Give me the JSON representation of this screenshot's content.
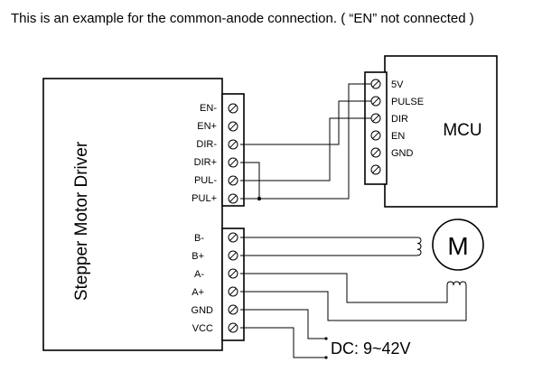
{
  "caption": "This is an example for the common-anode connection. ( “EN”  not connected )",
  "driver": {
    "label": "Stepper Motor Driver",
    "control_pins": [
      "EN-",
      "EN+",
      "DIR-",
      "DIR+",
      "PUL-",
      "PUL+"
    ],
    "power_pins": [
      "B-",
      "B+",
      "A-",
      "A+",
      "GND",
      "VCC"
    ]
  },
  "mcu": {
    "label": "MCU",
    "pins": [
      "5V",
      "PULSE",
      "DIR",
      "EN",
      "GND"
    ]
  },
  "motor": {
    "label": "M"
  },
  "power_supply": {
    "label": "DC: 9~42V"
  }
}
